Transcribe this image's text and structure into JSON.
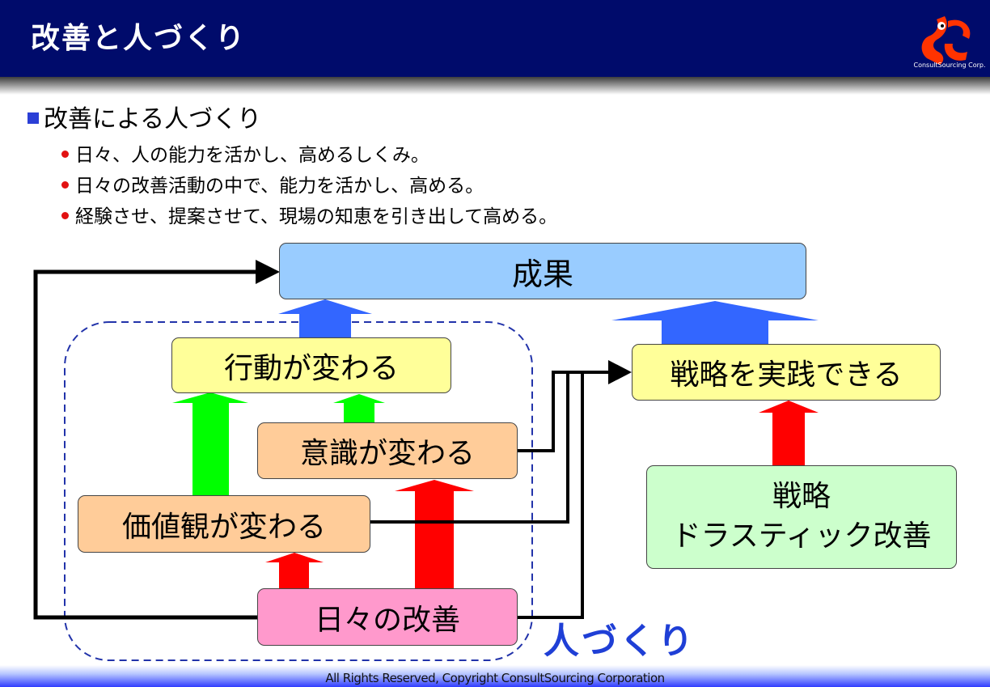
{
  "header": {
    "title": "改善と人づくり",
    "logo_text": "ConsultSourcing Corp."
  },
  "section": {
    "heading": "改善による人づくり",
    "bullets": [
      "日々、人の能力を活かし、高めるしくみ。",
      "日々の改善活動の中で、能力を活かし、高める。",
      "経験させ、提案させて、現場の知恵を引き出して高める。"
    ]
  },
  "diagram": {
    "seika": "成果",
    "koudou": "行動が変わる",
    "ishiki": "意識が変わる",
    "kachikan": "価値観が変わる",
    "hibi": "日々の改善",
    "senryaku_jissen": "戦略を実践できる",
    "senryaku_line1": "戦略",
    "senryaku_line2": "ドラスティック改善",
    "group_label": "人づくり"
  },
  "colors": {
    "header_bg": "#000b6b",
    "seika_box": "#99ccff",
    "yellow_box": "#ffff99",
    "orange_box": "#ffcc99",
    "pink_box": "#ff99cc",
    "green_box": "#ccffcc",
    "arrow_blue": "#3366ff",
    "arrow_green": "#00ff00",
    "arrow_red": "#ff0000",
    "group_label": "#1f3fd6"
  },
  "footer": {
    "copyright": "All Rights Reserved, Copyright  ConsultSourcing Corporation"
  }
}
